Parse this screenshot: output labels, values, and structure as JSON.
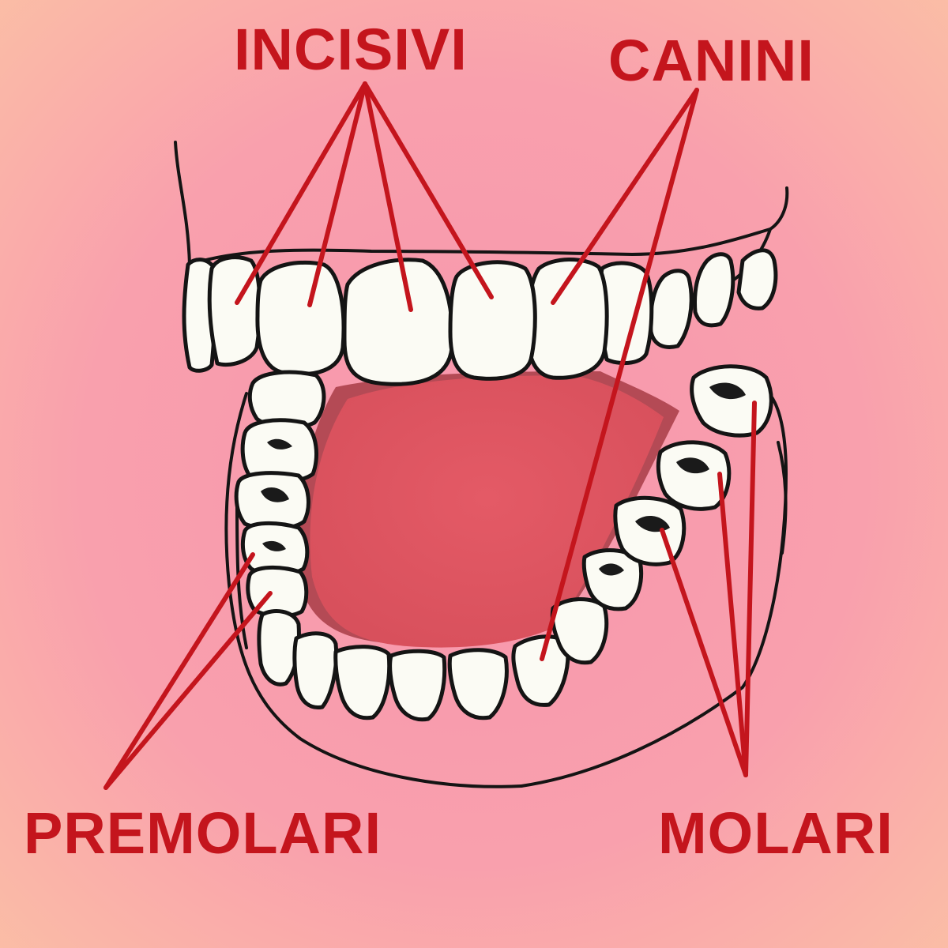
{
  "labels": {
    "incisors": "INCISIVI",
    "canines": "CANINI",
    "premolars": "PREMOLARI",
    "molars": "MOLARI"
  },
  "colors": {
    "background": "#f9a2ab",
    "mouth_interior": "#e45a66",
    "tooth": "#fbfbf4",
    "outline": "#141414",
    "label": "#c4151d"
  }
}
